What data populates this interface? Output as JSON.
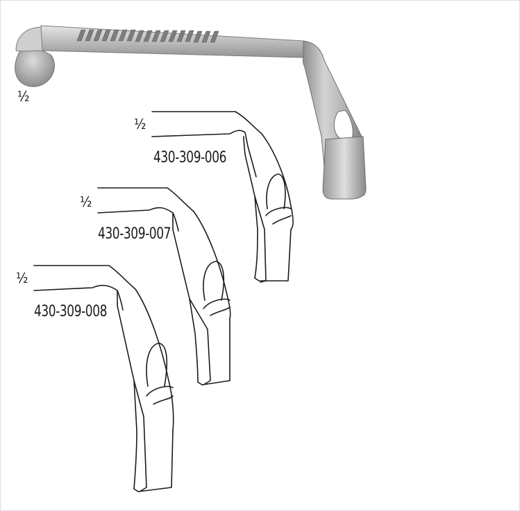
{
  "figure": {
    "photo_scale": "½",
    "variants": [
      {
        "scale": "½",
        "code": "430-309-006"
      },
      {
        "scale": "½",
        "code": "430-309-007"
      },
      {
        "scale": "½",
        "code": "430-309-008"
      }
    ]
  },
  "colors": {
    "line": "#1a1a1a",
    "steel_light": "#d7d7d7",
    "steel_mid": "#a6a6a6",
    "steel_dark": "#6e6e6e",
    "border": "#dcdcdc"
  }
}
